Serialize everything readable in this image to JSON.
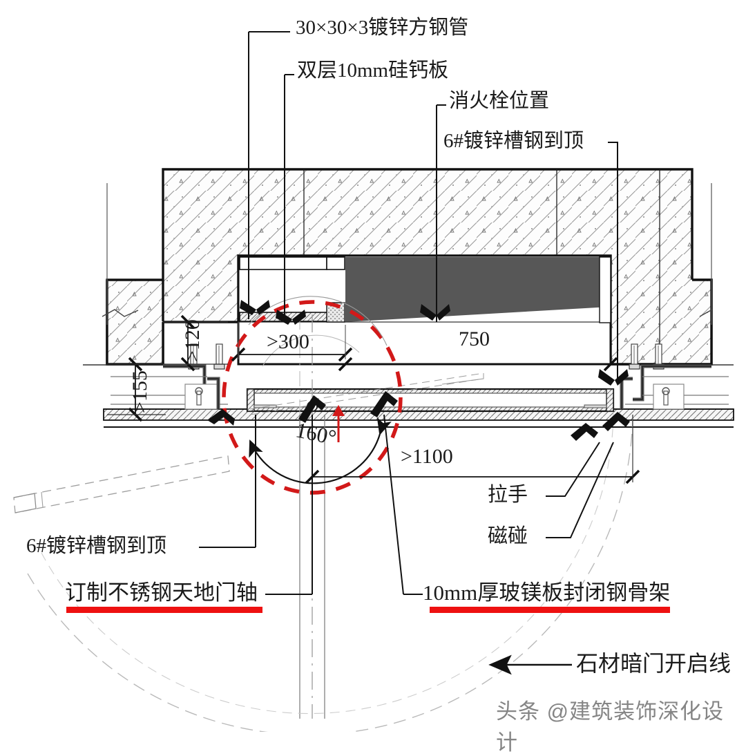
{
  "drawing": {
    "type": "architectural-plan-detail",
    "subject": "石材暗门（消火栓暗门）平面节点",
    "labels": {
      "steel_tube": "30×30×3镀锌方钢管",
      "calcium_board": "双层10mm硅钙板",
      "hydrant_position": "消火栓位置",
      "channel_top_right": "6#镀锌槽钢到顶",
      "channel_bottom_left": "6#镀锌槽钢到顶",
      "pivot_hinge": "订制不锈钢天地门轴",
      "mgo_board_frame": "10mm厚玻镁板封闭钢骨架",
      "handle": "拉手",
      "magnetic_catch": "磁碰",
      "door_swing_line": "石材暗门开启线"
    },
    "dimensions": {
      "depth_120": ">120",
      "depth_155": ">155",
      "width_300": ">300",
      "width_750": "750",
      "width_1100": ">1100",
      "open_angle": "160°"
    },
    "underlined_labels": [
      "订制不锈钢天地门轴",
      "10mm厚玻镁板封闭钢骨架"
    ],
    "colors": {
      "line": "#111111",
      "highlight_circle": "#d21919",
      "underline": "#ee1111",
      "hatch": "#8a8a8a",
      "niche_fill": "#575757",
      "watermark": "#6b6b6b"
    }
  },
  "watermark": {
    "text": "头条 @建筑装饰深化设计"
  }
}
